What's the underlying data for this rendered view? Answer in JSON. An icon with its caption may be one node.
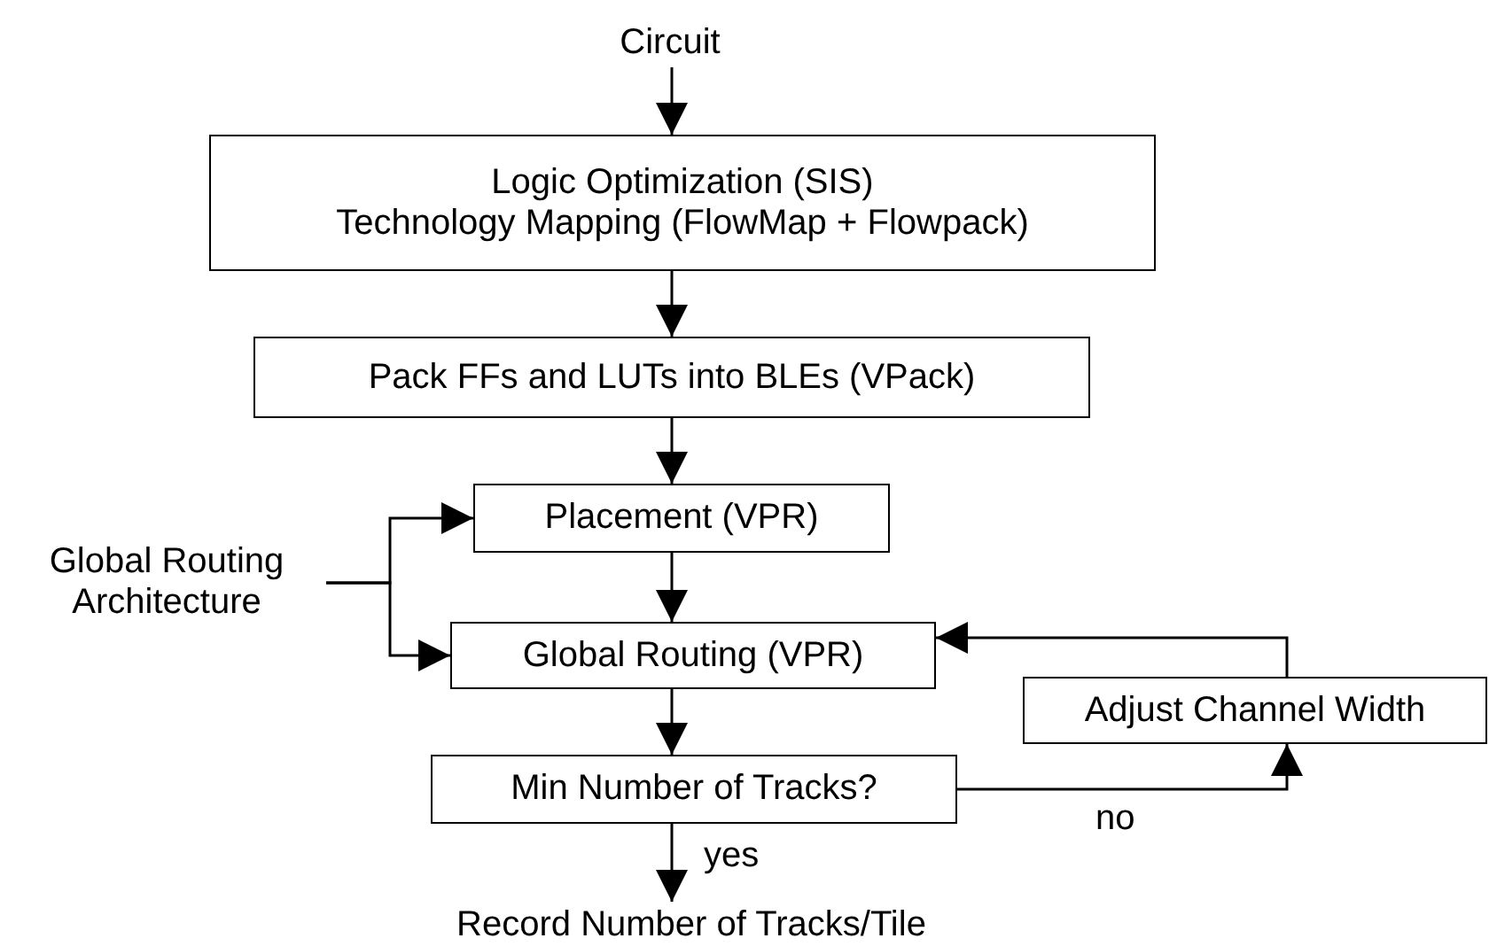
{
  "diagram": {
    "nodes": [
      {
        "text": [
          "Circuit"
        ]
      },
      {
        "text": [
          "Logic Optimization (SIS)",
          "Technology Mapping (FlowMap + Flowpack)"
        ]
      },
      {
        "text": [
          "Pack FFs and LUTs into BLEs (VPack)"
        ]
      },
      {
        "text": [
          "Global Routing Architecture"
        ]
      },
      {
        "text": [
          "Placement (VPR)"
        ]
      },
      {
        "text": [
          "Global Routing (VPR)"
        ]
      },
      {
        "text": [
          "Adjust Channel Width"
        ]
      },
      {
        "text": [
          "Min Number of Tracks?"
        ]
      },
      {
        "text": [
          "Record Number of Tracks/Tile"
        ]
      }
    ],
    "edges": [
      {
        "from": 0,
        "to": 1,
        "arrow": "to"
      },
      {
        "from": 1,
        "to": 2,
        "arrow": "to"
      },
      {
        "from": 2,
        "to": 4,
        "arrow": "to"
      },
      {
        "from": 3,
        "to": 4,
        "arrow": "to"
      },
      {
        "from": 3,
        "to": 5,
        "arrow": "to"
      },
      {
        "from": 4,
        "to": 5,
        "arrow": "to"
      },
      {
        "from": 5,
        "to": 7,
        "arrow": "to"
      },
      {
        "from": 7,
        "to": 6,
        "arrow": "to",
        "label": "no"
      },
      {
        "from": 6,
        "to": 5,
        "arrow": "to"
      },
      {
        "from": 7,
        "to": 8,
        "arrow": "to",
        "label": "yes"
      }
    ]
  }
}
